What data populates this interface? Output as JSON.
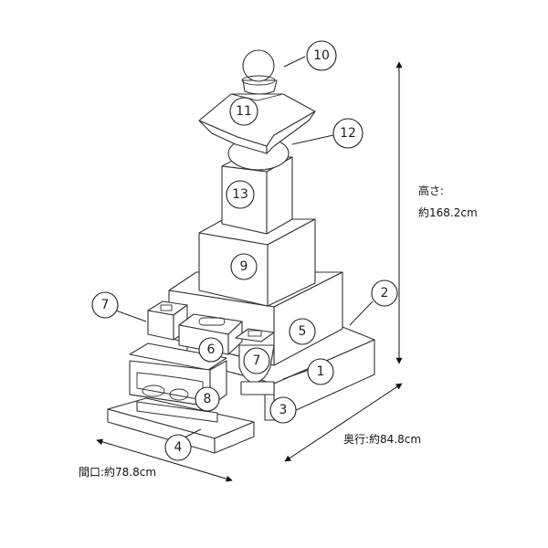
{
  "callouts": [
    "1",
    "2",
    "3",
    "4",
    "5",
    "6",
    "7",
    "7",
    "8",
    "9",
    "10",
    "11",
    "12",
    "13"
  ],
  "dimensions": {
    "height": {
      "label": "高さ:",
      "value": "約168.2cm"
    },
    "depth": {
      "label": "奥行:",
      "value": "約84.8cm"
    },
    "width": {
      "label": "間口:",
      "value": "約78.8cm"
    }
  }
}
